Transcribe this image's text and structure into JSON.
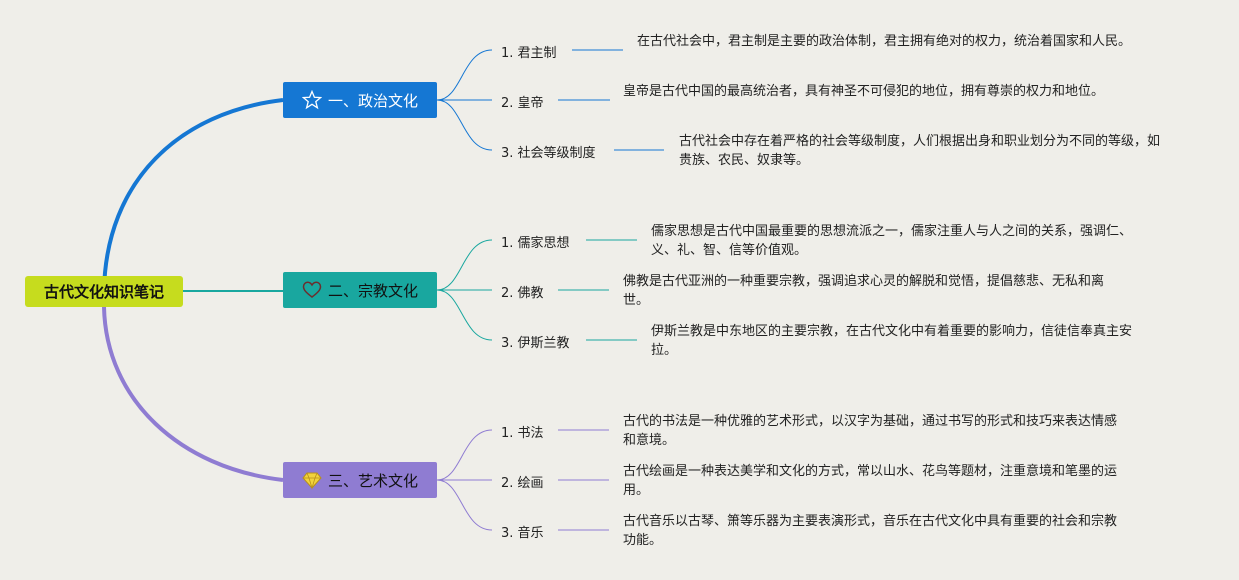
{
  "root": {
    "label": "古代文化知识笔记"
  },
  "colors": {
    "root": "#c6dc1e",
    "politics": "#1577d3",
    "religion": "#19a79f",
    "art": "#8f7cd2"
  },
  "branches": [
    {
      "label": "一、政治文化",
      "icon": "star-icon",
      "items": [
        {
          "label": "1. 君主制",
          "desc": "在古代社会中，君主制是主要的政治体制，君主拥有绝对的权力，统治着国家和人民。"
        },
        {
          "label": "2. 皇帝",
          "desc": "皇帝是古代中国的最高统治者，具有神圣不可侵犯的地位，拥有尊崇的权力和地位。"
        },
        {
          "label": "3. 社会等级制度",
          "desc": "古代社会中存在着严格的社会等级制度，人们根据出身和职业划分为不同的等级，如贵族、农民、奴隶等。"
        }
      ]
    },
    {
      "label": "二、宗教文化",
      "icon": "heart-icon",
      "items": [
        {
          "label": "1. 儒家思想",
          "desc": "儒家思想是古代中国最重要的思想流派之一，儒家注重人与人之间的关系，强调仁、义、礼、智、信等价值观。"
        },
        {
          "label": "2. 佛教",
          "desc": "佛教是古代亚洲的一种重要宗教，强调追求心灵的解脱和觉悟，提倡慈悲、无私和离世。"
        },
        {
          "label": "3. 伊斯兰教",
          "desc": "伊斯兰教是中东地区的主要宗教，在古代文化中有着重要的影响力，信徒信奉真主安拉。"
        }
      ]
    },
    {
      "label": "三、艺术文化",
      "icon": "diamond-icon",
      "items": [
        {
          "label": "1. 书法",
          "desc": "古代的书法是一种优雅的艺术形式，以汉字为基础，通过书写的形式和技巧来表达情感和意境。"
        },
        {
          "label": "2. 绘画",
          "desc": "古代绘画是一种表达美学和文化的方式，常以山水、花鸟等题材，注重意境和笔墨的运用。"
        },
        {
          "label": "3. 音乐",
          "desc": "古代音乐以古琴、箫等乐器为主要表演形式，音乐在古代文化中具有重要的社会和宗教功能。"
        }
      ]
    }
  ]
}
